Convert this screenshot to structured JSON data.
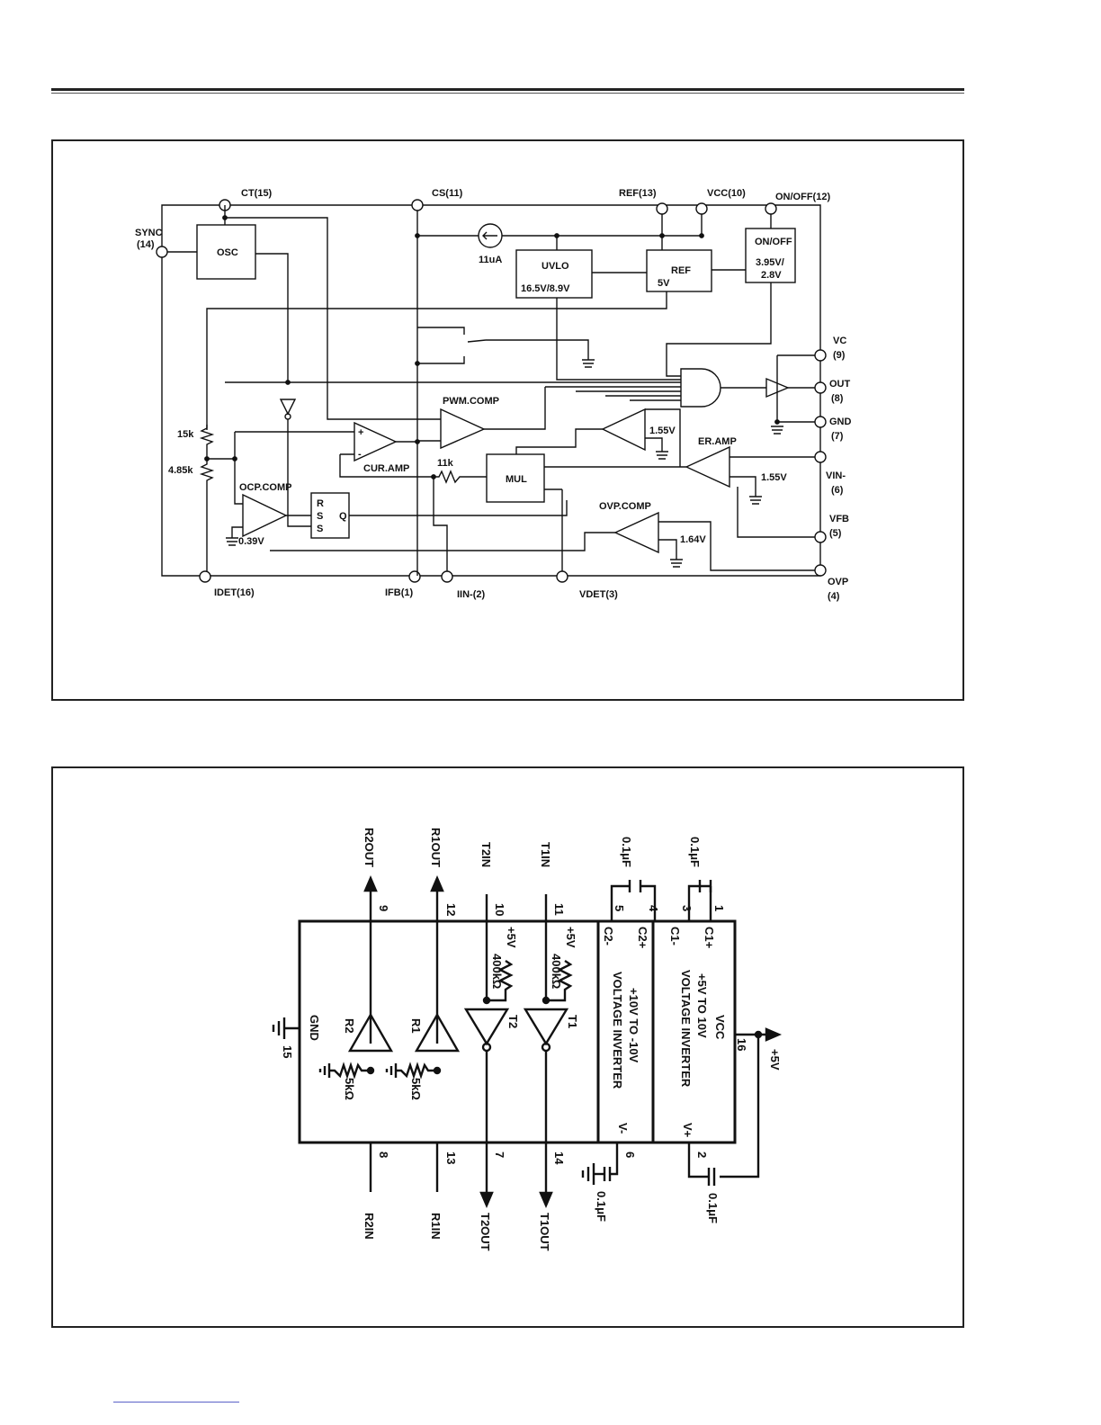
{
  "block_diagram": {
    "pins": {
      "ct": "CT(15)",
      "cs": "CS(11)",
      "ref": "REF(13)",
      "vcc": "VCC(10)",
      "onoff": "ON/OFF(12)",
      "sync_a": "SYNC",
      "sync_b": "(14)",
      "vc_a": "VC",
      "vc_b": "(9)",
      "out_a": "OUT",
      "out_b": "(8)",
      "gnd_a": "GND",
      "gnd_b": "(7)",
      "vin_a": "VIN-",
      "vin_b": "(6)",
      "vfb_a": "VFB",
      "vfb_b": "(5)",
      "ovp_a": "OVP",
      "ovp_b": "(4)",
      "idet": "IDET(16)",
      "ifb": "IFB(1)",
      "iin": "IIN-(2)",
      "vdet": "VDET(3)"
    },
    "blocks": {
      "osc": "OSC",
      "uvlo": "UVLO",
      "uvlo_v": "16.5V/8.9V",
      "ref": "REF",
      "ref_v": "5V",
      "onoff": "ON/OFF",
      "onoff_v1": "3.95V/",
      "onoff_v2": "2.8V",
      "mul": "MUL",
      "rss_r": "R",
      "rss_s1": "S",
      "rss_s2": "S",
      "rss_q": "Q"
    },
    "labels": {
      "current_src": "11uA",
      "pwm_comp": "PWM.COMP",
      "cur_amp": "CUR.AMP",
      "er_amp": "ER.AMP",
      "ocp_comp": "OCP.COMP",
      "ovp_comp": "OVP.COMP",
      "r15k": "15k",
      "r485k": "4.85k",
      "r11k": "11k",
      "v155a": "1.55V",
      "v155b": "1.55V",
      "v164": "1.64V",
      "v039": "0.39V",
      "plus": "+",
      "minus": "-"
    }
  },
  "pinout_diagram": {
    "top_signals": {
      "r2out": "R2OUT",
      "r1out": "R1OUT",
      "t2in": "T2IN",
      "t1in": "T1IN",
      "cap_a": "0.1μF",
      "cap_b": "0.1μF"
    },
    "top_pins": [
      "9",
      "12",
      "10",
      "11",
      "5",
      "4",
      "3",
      "1"
    ],
    "bottom_signals": {
      "r2in": "R2IN",
      "r1in": "R1IN",
      "t2out": "T2OUT",
      "t1out": "T1OUT",
      "cap_c": "0.1μF",
      "cap_d": "0.1μF"
    },
    "bottom_pins": [
      "8",
      "13",
      "7",
      "14",
      "6",
      "2"
    ],
    "side": {
      "gnd_pin": "15",
      "gnd": "GND",
      "vcc_pin": "16",
      "plus5": "+5V"
    },
    "inside": {
      "c2m": "C2-",
      "c2p": "C2+",
      "c1m": "C1-",
      "c1p": "C1+",
      "vcc": "VCC",
      "inv1a": "+5V TO 10V",
      "inv1b": "VOLTAGE INVERTER",
      "inv2a": "+10V TO -10V",
      "inv2b": "VOLTAGE INVERTER",
      "vminus": "V-",
      "vplus": "V+",
      "r2": "R2",
      "r1": "R1",
      "t2": "T2",
      "t1": "T1",
      "res5k_a": "5kΩ",
      "res5k_b": "5kΩ",
      "pullup_a": "+5V",
      "pullup_b": "+5V",
      "res400k_a": "400kΩ",
      "res400k_b": "400kΩ",
      "plus": "+"
    }
  }
}
